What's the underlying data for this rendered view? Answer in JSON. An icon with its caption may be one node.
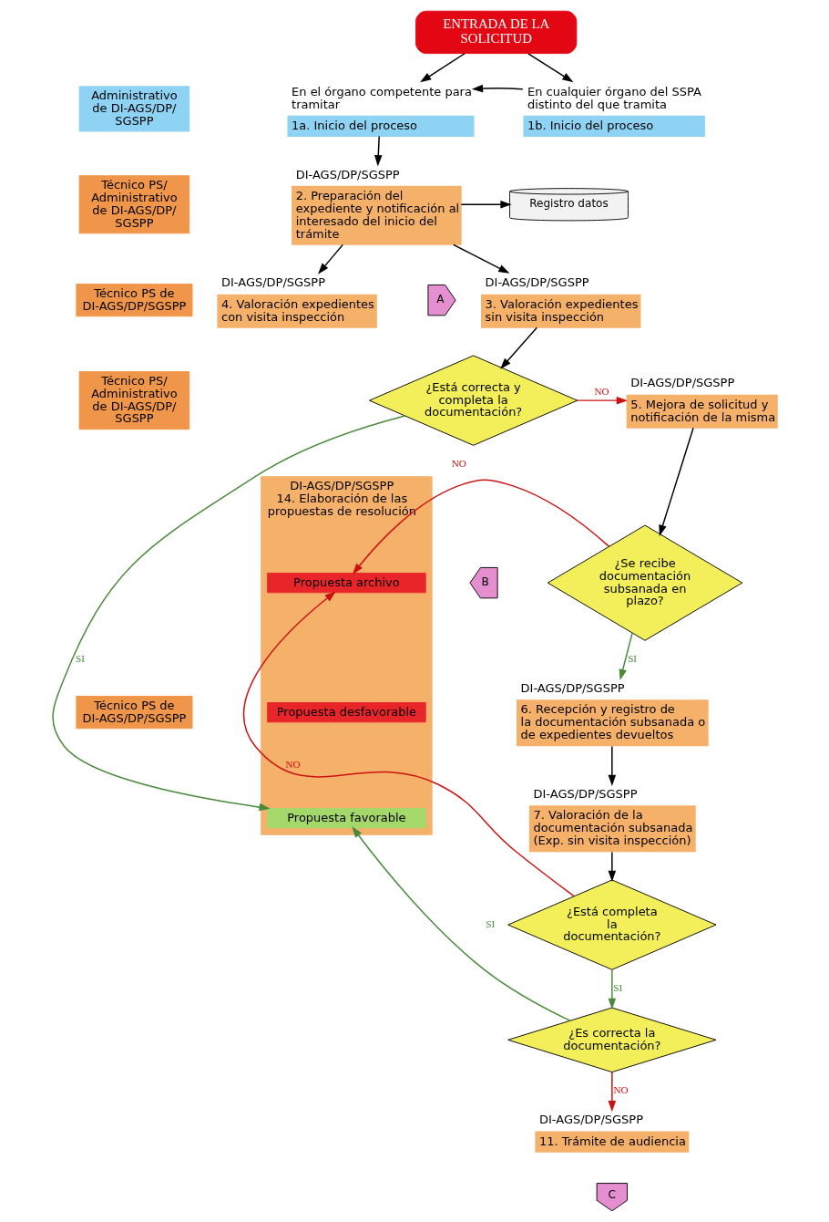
{
  "diagram": {
    "nodes": [
      {
        "text": [
          "ENTRADA DE LA SOLICITUD"
        ]
      },
      {
        "text": [
          "Administrativo de DI-AGS/DP/ SGSPP"
        ]
      },
      {
        "text": [
          "En el órgano competente para tramitar",
          "1a. Inicio del proceso"
        ]
      },
      {
        "text": [
          "En cualquier órgano del SSPA distinto del que tramita",
          "1b. Inicio del proceso"
        ]
      },
      {
        "text": [
          "Técnico PS/ Administrativo de DI-AGS/DP/ SGSPP"
        ]
      },
      {
        "text": [
          "DI-AGS/DP/SGSPP",
          "2. Preparación del expediente y notificación al interesado del inicio del trámite"
        ]
      },
      {
        "text": [
          "Registro datos"
        ]
      },
      {
        "text": [
          "Técnico PS de DI-AGS/DP/SGSPP"
        ]
      },
      {
        "text": [
          "DI-AGS/DP/SGSPP",
          "3. Valoración expedientes sin visita inspección"
        ]
      },
      {
        "text": [
          "DI-AGS/DP/SGSPP",
          "4. Valoración expedientes con visita inspección"
        ]
      },
      {
        "text": [
          "A"
        ]
      },
      {
        "text": [
          "Técnico PS/ Administrativo de DI-AGS/DP/ SGSPP"
        ]
      },
      {
        "text": [
          "¿Está correcta y completa la documentación?"
        ]
      },
      {
        "text": [
          "DI-AGS/DP/SGSPP",
          "5. Mejora de solicitud y notificación de la misma"
        ]
      },
      {
        "text": [
          "¿Se recibe documentación subsanada en plazo?"
        ]
      },
      {
        "text": [
          "B"
        ]
      },
      {
        "text": [
          "DI-AGS/DP/SGSPP",
          "14. Elaboración de las propuestas de resolución"
        ]
      },
      {
        "text": [
          "Propuesta archivo"
        ],
        "in": 16
      },
      {
        "text": [
          "Propuesta desfavorable"
        ],
        "in": 16
      },
      {
        "text": [
          "Propuesta favorable"
        ],
        "in": 16
      },
      {
        "text": [
          "Técnico PS de DI-AGS/DP/SGSPP"
        ]
      },
      {
        "text": [
          "DI-AGS/DP/SGSPP",
          "6. Recepción y registro de la documentación subsanada o de expedientes devueltos"
        ]
      },
      {
        "text": [
          "DI-AGS/DP/SGSPP",
          "7. Valoración de la documentación subsanada (Exp. sin visita inspección)"
        ]
      },
      {
        "text": [
          "¿Está completa la documentación?"
        ]
      },
      {
        "text": [
          "¿Es correcta la documentación?"
        ]
      },
      {
        "text": [
          "DI-AGS/DP/SGSPP",
          "11. Trámite de audiencia"
        ]
      },
      {
        "text": [
          "C"
        ]
      }
    ],
    "edges": [
      {
        "from": 0,
        "to": 2,
        "arrow": "to"
      },
      {
        "from": 0,
        "to": 3,
        "arrow": "to"
      },
      {
        "from": 3,
        "to": 2,
        "arrow": "to"
      },
      {
        "from": 2,
        "to": 5,
        "arrow": "to"
      },
      {
        "from": 5,
        "to": 6,
        "arrow": "to"
      },
      {
        "from": 5,
        "to": 8,
        "arrow": "to"
      },
      {
        "from": 5,
        "to": 9,
        "arrow": "to"
      },
      {
        "from": 8,
        "to": 12,
        "arrow": "to"
      },
      {
        "from": 12,
        "to": 13,
        "arrow": "to",
        "label": "NO",
        "color": "#cc1111"
      },
      {
        "from": 12,
        "to": 19,
        "arrow": "to",
        "label": "SI",
        "color": "#4a8a3a"
      },
      {
        "from": 13,
        "to": 14,
        "arrow": "to"
      },
      {
        "from": 14,
        "to": 21,
        "arrow": "to",
        "label": "SI",
        "color": "#4a8a3a"
      },
      {
        "from": 14,
        "to": 17,
        "arrow": "to",
        "label": "NO",
        "color": "#cc1111"
      },
      {
        "from": 21,
        "to": 22,
        "arrow": "to"
      },
      {
        "from": 22,
        "to": 23,
        "arrow": "to"
      },
      {
        "from": 23,
        "to": 24,
        "arrow": "to",
        "label": "SI",
        "color": "#4a8a3a"
      },
      {
        "from": 23,
        "to": 17,
        "arrow": "to",
        "label": "NO",
        "color": "#cc1111"
      },
      {
        "from": 24,
        "to": 19,
        "arrow": "to",
        "label": "SI",
        "color": "#4a8a3a"
      },
      {
        "from": 24,
        "to": 25,
        "arrow": "to",
        "label": "NO",
        "color": "#cc1111"
      }
    ]
  }
}
